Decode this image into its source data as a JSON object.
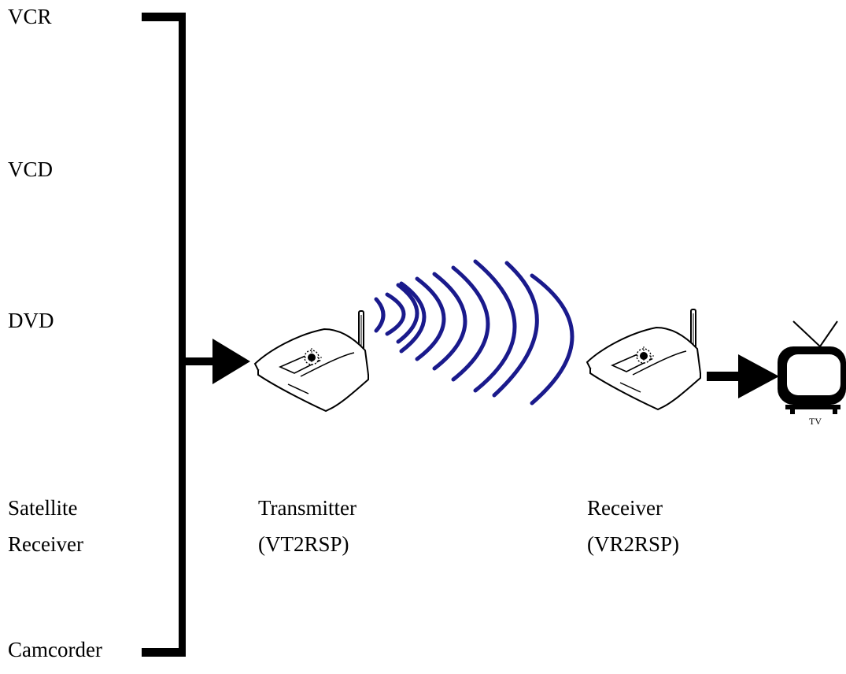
{
  "sources": {
    "vcr": "VCR",
    "vcd": "VCD",
    "dvd": "DVD",
    "satellite_line1": "Satellite",
    "satellite_line2": "Receiver",
    "camcorder": "Camcorder"
  },
  "transmitter": {
    "name": "Transmitter",
    "model": "(VT2RSP)"
  },
  "receiver": {
    "name": "Receiver",
    "model": "(VR2RSP)"
  },
  "tv": {
    "label": "TV"
  },
  "colors": {
    "lines": "#000000",
    "waves": "#1a1a8c",
    "background": "#ffffff"
  }
}
